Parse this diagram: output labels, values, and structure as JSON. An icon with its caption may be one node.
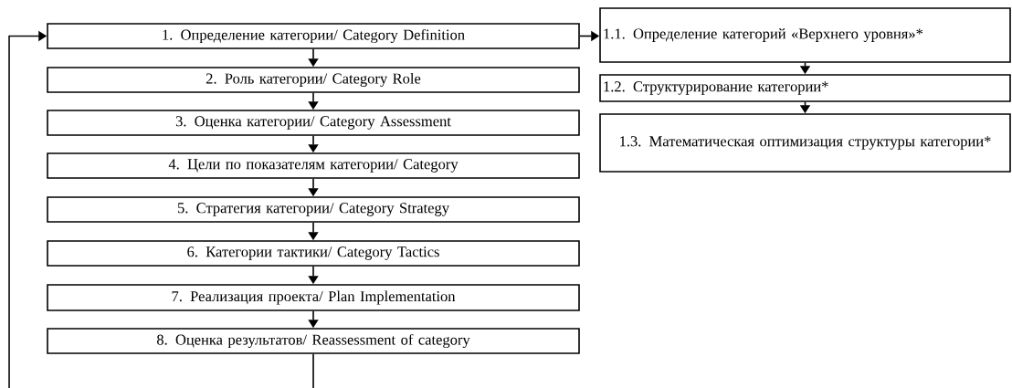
{
  "diagram": {
    "nodes": [
      {
        "text": [
          "1. Определение категории/ Category Definition"
        ]
      },
      {
        "text": [
          "2. Роль категории/ Category Role"
        ]
      },
      {
        "text": [
          "3. Оценка категории/ Category Assessment"
        ]
      },
      {
        "text": [
          "4. Цели по показателям категории/ Category"
        ]
      },
      {
        "text": [
          "5. Стратегия категории/ Category Strategy"
        ]
      },
      {
        "text": [
          "6. Категории тактики/ Category Tactics"
        ]
      },
      {
        "text": [
          "7. Реализация проекта/ Plan Implementation"
        ]
      },
      {
        "text": [
          "8. Оценка результатов/ Reassessment of category"
        ]
      },
      {
        "text": [
          "1.1. Определение категорий «Верхнего уровня»*"
        ]
      },
      {
        "text": [
          "1.2. Структурирование категории*"
        ]
      },
      {
        "text": [
          "1.3. Математическая оптимизация структуры категории*"
        ]
      }
    ],
    "edges": [
      {
        "from": 0,
        "to": 1,
        "arrow": "to"
      },
      {
        "from": 1,
        "to": 2,
        "arrow": "to"
      },
      {
        "from": 2,
        "to": 3,
        "arrow": "to"
      },
      {
        "from": 3,
        "to": 4,
        "arrow": "to"
      },
      {
        "from": 4,
        "to": 5,
        "arrow": "to"
      },
      {
        "from": 5,
        "to": 6,
        "arrow": "to"
      },
      {
        "from": 6,
        "to": 7,
        "arrow": "to"
      },
      {
        "from": 0,
        "to": 8,
        "arrow": "to"
      },
      {
        "from": 8,
        "to": 9,
        "arrow": "to"
      },
      {
        "from": 9,
        "to": 10,
        "arrow": "to"
      },
      {
        "from": 7,
        "to": 0,
        "arrow": "to"
      }
    ]
  }
}
